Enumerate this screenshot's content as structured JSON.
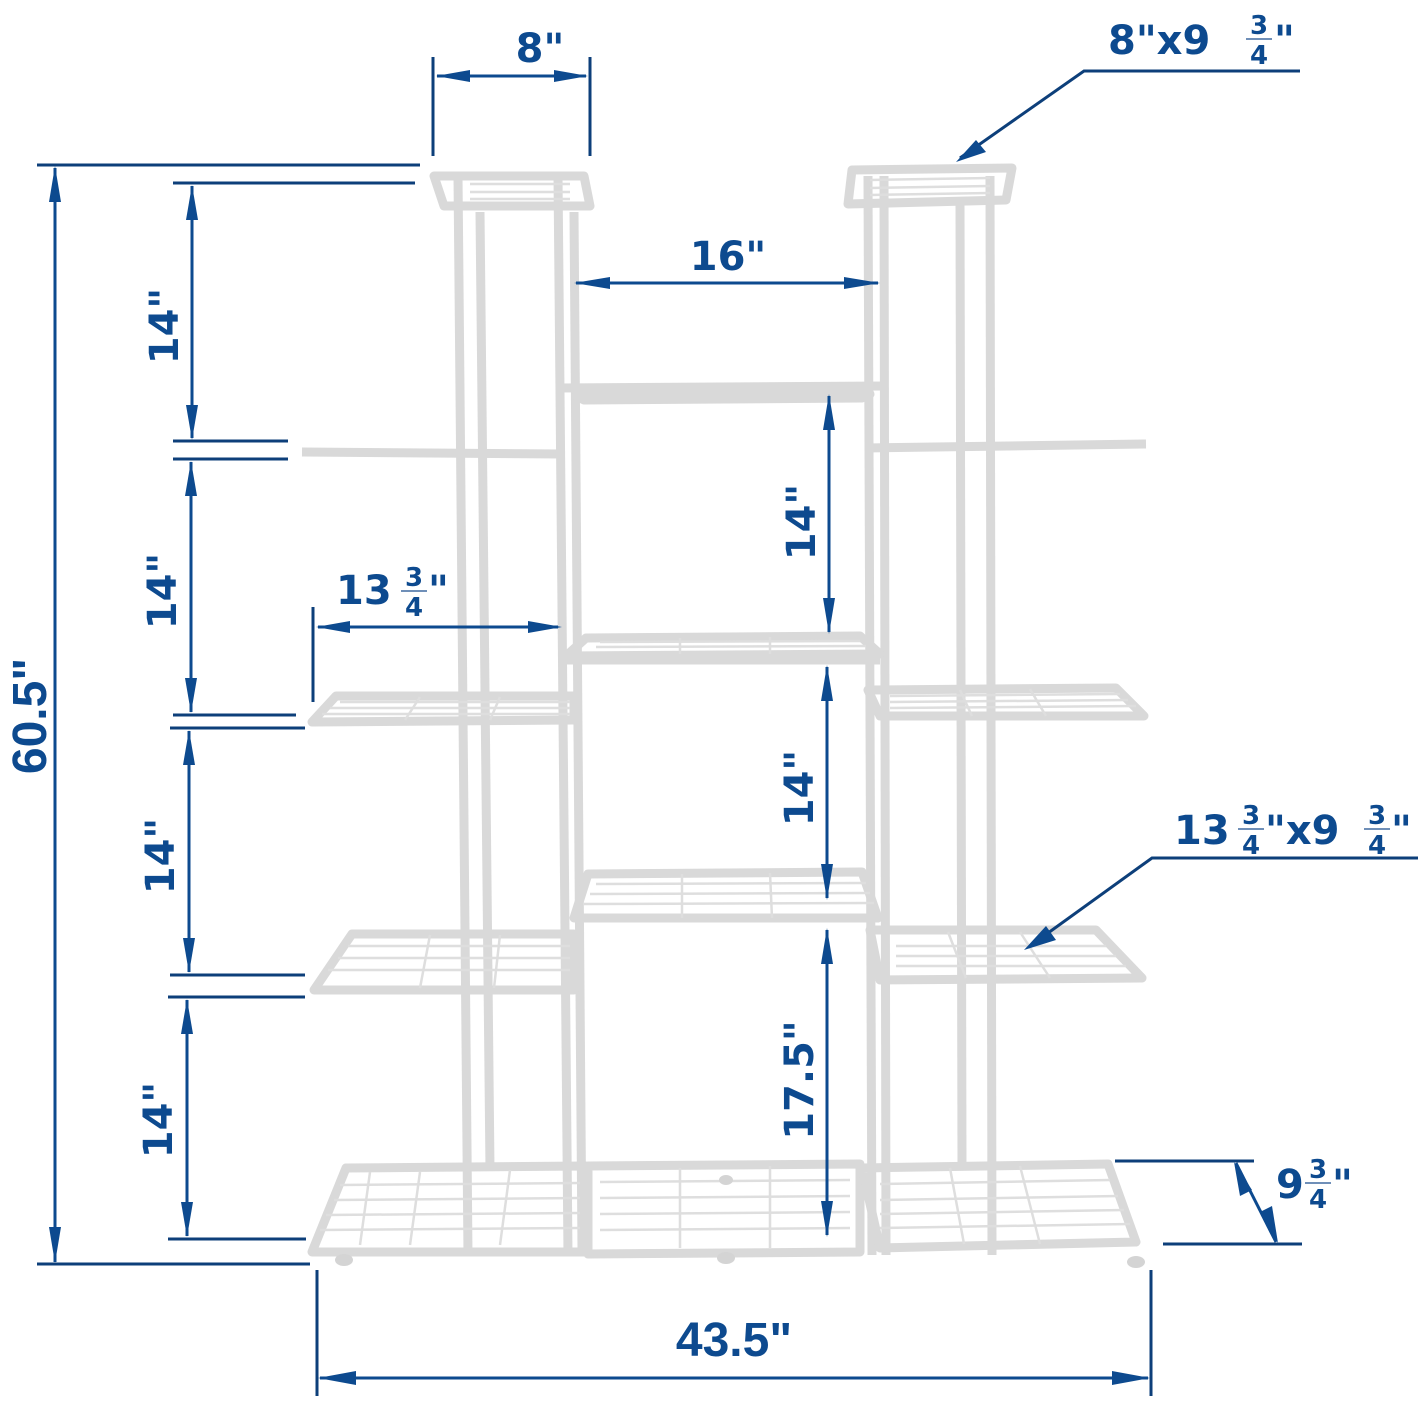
{
  "diagram": {
    "subject": "9-tier metal plant stand dimensions",
    "colors": {
      "dimension_blue": "#0d4a8f",
      "frame_gray": "#d9d9d9",
      "background": "#ffffff"
    },
    "labels": {
      "top_shelf_width": "8\"",
      "top_shelf_size_main": "8\"x9",
      "top_shelf_size_frac_num": "3",
      "top_shelf_size_frac_den": "4",
      "top_shelf_size_suffix": "\"",
      "center_gap_width": "16\"",
      "side_shelf_width_main": "13",
      "side_shelf_width_frac_num": "3",
      "side_shelf_width_frac_den": "4",
      "side_shelf_width_suffix": "\"",
      "side_shelf_size_main": "13",
      "side_shelf_size_frac_num": "3",
      "side_shelf_size_frac_den": "4",
      "side_shelf_size_mid": "\"x9",
      "side_shelf_size_frac2_num": "3",
      "side_shelf_size_frac2_den": "4",
      "side_shelf_size_suffix": "\"",
      "depth_main": "9",
      "depth_frac_num": "3",
      "depth_frac_den": "4",
      "depth_suffix": "\"",
      "total_height": "60.5\"",
      "total_width": "43.5\"",
      "left_spacing_1": "14\"",
      "left_spacing_2": "14\"",
      "left_spacing_3": "14\"",
      "left_spacing_4": "14\"",
      "center_spacing_1": "14\"",
      "center_spacing_2": "14\"",
      "center_spacing_3": "17.5\""
    }
  }
}
